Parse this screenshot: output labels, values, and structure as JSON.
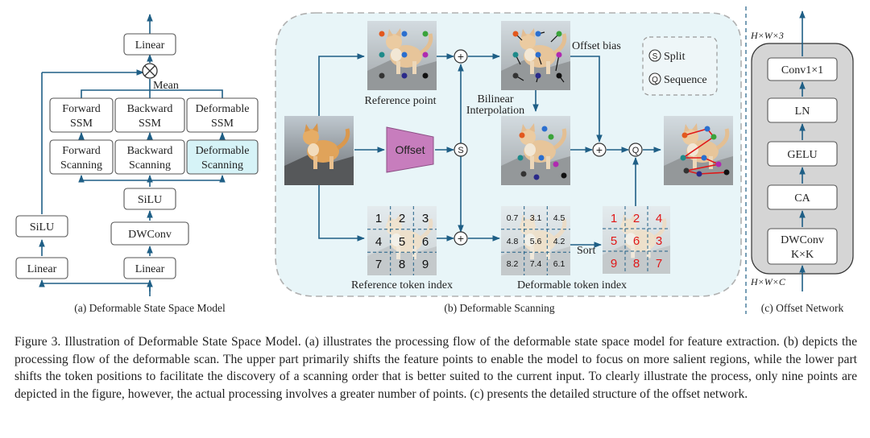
{
  "panel_a": {
    "title": "(a) Deformable State Space Model",
    "top_linear": "Linear",
    "mean": "Mean",
    "ssm": [
      {
        "line1": "Forward",
        "line2": "SSM"
      },
      {
        "line1": "Backward",
        "line2": "SSM"
      },
      {
        "line1": "Deformable",
        "line2": "SSM"
      }
    ],
    "scan": [
      {
        "line1": "Forward",
        "line2": "Scanning"
      },
      {
        "line1": "Backward",
        "line2": "Scanning"
      },
      {
        "line1": "Deformable",
        "line2": "Scanning"
      }
    ],
    "silu_right": "SiLU",
    "dwconv": "DWConv",
    "silu_left": "SiLU",
    "linear_left": "Linear",
    "linear_right": "Linear"
  },
  "panel_b": {
    "title": "(b) Deformable Scanning",
    "reference_point": "Reference point",
    "offset": "Offset",
    "offset_bias": "Offset bias",
    "bilinear_line1": "Bilinear",
    "bilinear_line2": "Interpolation",
    "legend_split": "Split",
    "legend_sequence": "Sequence",
    "split_symbol": "S",
    "sequence_symbol": "Q",
    "plus": "+",
    "sort": "Sort",
    "reference_token_index": "Reference token index",
    "deformable_token_index": "Deformable token index",
    "reference_tokens": [
      "1",
      "2",
      "3",
      "4",
      "5",
      "6",
      "7",
      "8",
      "9"
    ],
    "deformable_tokens": [
      "0.7",
      "3.1",
      "4.5",
      "4.8",
      "5.6",
      "4.2",
      "8.2",
      "7.4",
      "6.1"
    ],
    "sorted_tokens": [
      "1",
      "2",
      "4",
      "5",
      "6",
      "3",
      "9",
      "8",
      "7"
    ]
  },
  "panel_c": {
    "title": "(c) Offset Network",
    "top_dim": "H×W×3",
    "bottom_dim": "H×W×C",
    "layers": [
      "Conv1×1",
      "LN",
      "GELU",
      "CA"
    ],
    "dwconv_line1": "DWConv",
    "dwconv_line2": "K×K"
  },
  "caption": "Figure 3. Illustration of Deformable State Space Model. (a) illustrates the processing flow of the deformable state space model for feature extraction. (b) depicts the processing flow of the deformable scan. The upper part primarily shifts the feature points to enable the model to focus on more salient regions, while the lower part shifts the token positions to facilitate the discovery of a scanning order that is better suited to the current input. To clearly illustrate the process, only nine points are depicted in the figure, however, the actual processing involves a greater number of points. (c) presents the detailed structure of the offset network.",
  "colors": {
    "wire": "#1f5f86",
    "highlight_box": "#d6f3f7",
    "panel_bg": "#e8f5f8",
    "offset_trapezoid": "#c77dbd",
    "sorted_token": "#e01818",
    "offset_network_bg": "#d5d5d5"
  }
}
